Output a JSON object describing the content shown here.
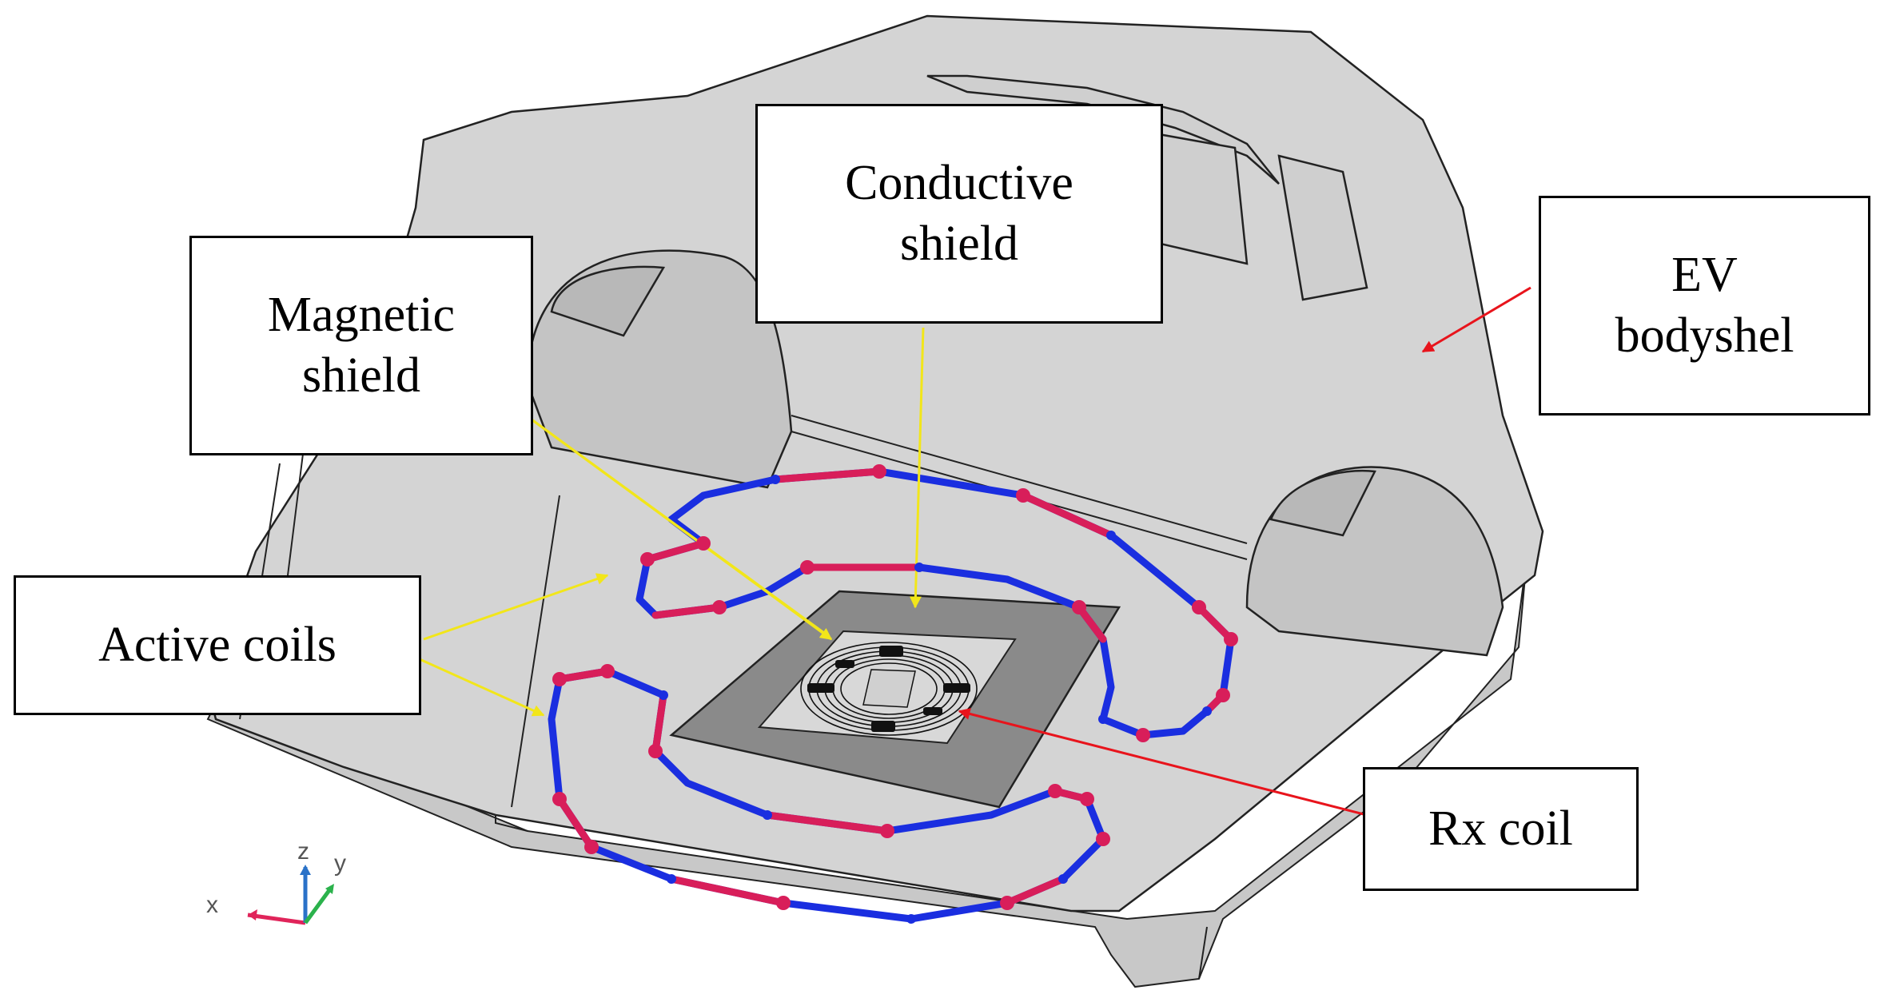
{
  "labels": {
    "conductive_shield": {
      "line1": "Conductive",
      "line2": "shield"
    },
    "magnetic_shield": {
      "line1": "Magnetic",
      "line2": "shield"
    },
    "ev_bodyshell": {
      "line1": "EV",
      "line2": "bodyshel"
    },
    "active_coils": {
      "text": "Active coils"
    },
    "rx_coil": {
      "text": "Rx coil"
    }
  },
  "axes": {
    "x": "x",
    "y": "y",
    "z": "z"
  },
  "colors": {
    "body": "#d4d4d4",
    "body_outline": "#222222",
    "shield_plate": "#8a8a8a",
    "rx_pad": "#d8d8d8",
    "coil_blue": "#1a2ee0",
    "coil_red": "#d81e5a",
    "pointer_yellow": "#f2e61a",
    "pointer_red": "#e8141c",
    "axis_x": "#e0245a",
    "axis_y": "#2bb24c",
    "axis_z": "#2a72c8"
  }
}
